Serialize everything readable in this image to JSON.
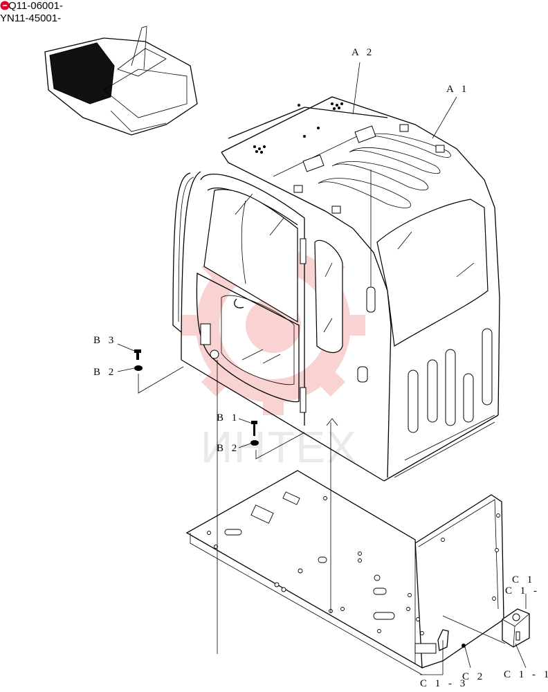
{
  "header": {
    "serial_line_1": "Q11-06001-",
    "serial_line_2": "YN11-45001-",
    "badge_color": "#e0002a"
  },
  "watermark": {
    "text": "ИНТЕХ",
    "color": "#f3b8b8"
  },
  "callouts": {
    "a1": "A 1",
    "a2": "A 2",
    "b3": "B 3",
    "b2_upper": "B 2",
    "b1": "B 1",
    "b2_lower": "B 2",
    "c1": "C 1",
    "c1_dash": "C 1 -",
    "c1_right": "C 1 - 1",
    "c2": "C 2",
    "c1_3": "C 1 - 3"
  }
}
